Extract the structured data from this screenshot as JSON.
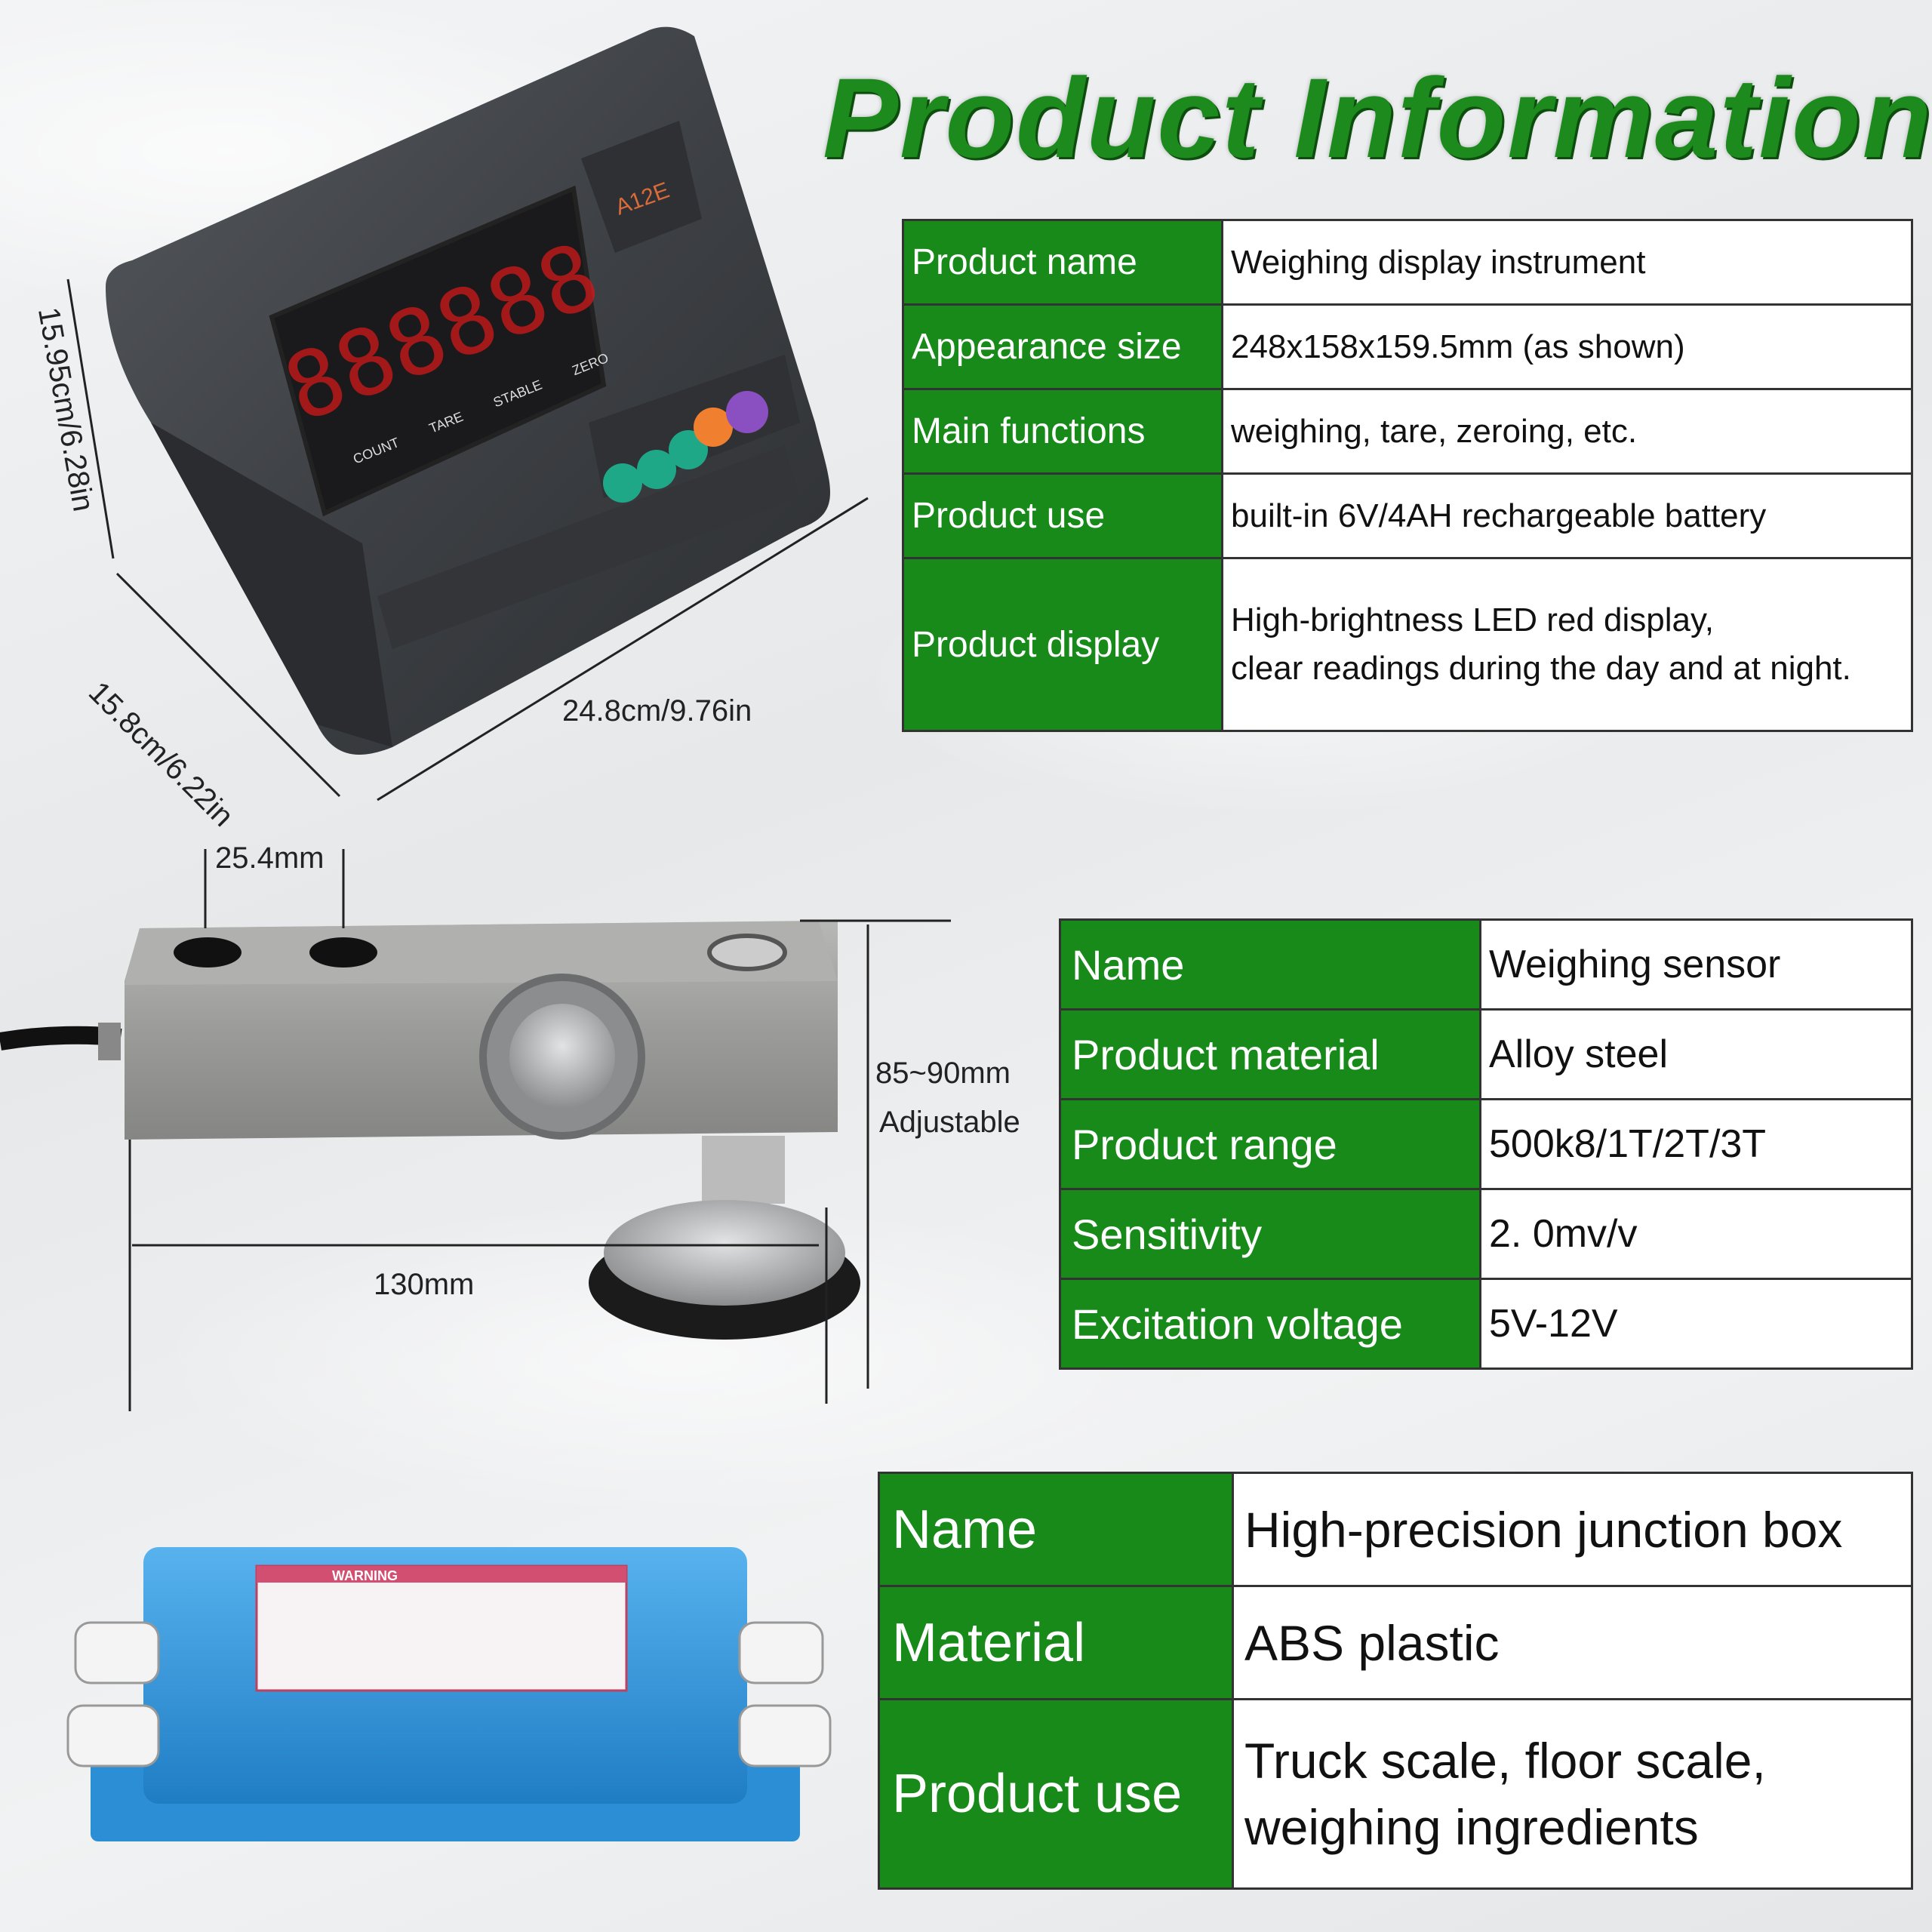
{
  "title": "Product Information",
  "display_instrument": {
    "model_label": "A12E",
    "screen_digits": "888888",
    "screen_labels": [
      "COUNT",
      "TARE",
      "STABLE",
      "ZERO"
    ],
    "dimensions": {
      "height": "15.95cm/6.28in",
      "depth": "15.8cm/6.22in",
      "width": "24.8cm/9.76in"
    },
    "specs": [
      {
        "label": "Product name",
        "value": "Weighing display instrument"
      },
      {
        "label": "Appearance size",
        "value": "248x158x159.5mm (as shown)"
      },
      {
        "label": "Main functions",
        "value": "weighing, tare, zeroing, etc."
      },
      {
        "label": "Product use",
        "value": "built-in 6V/4AH rechargeable battery"
      },
      {
        "label": "Product display",
        "value_line1": "High-brightness LED red display,",
        "value_line2": "clear readings during the day and at night."
      }
    ]
  },
  "sensor": {
    "dimensions": {
      "hole_spacing": "25.4mm",
      "height": "85~90mm",
      "height_note": "Adjustable",
      "length": "130mm"
    },
    "specs": [
      {
        "label": "Name",
        "value": "Weighing sensor"
      },
      {
        "label": "Product material",
        "value": "Alloy steel"
      },
      {
        "label": "Product range",
        "value": "500k8/1T/2T/3T"
      },
      {
        "label": "Sensitivity",
        "value": "2. 0mv/v"
      },
      {
        "label": "Excitation voltage",
        "value": "5V-12V"
      }
    ]
  },
  "junction_box": {
    "label_text": "WARNING",
    "specs": [
      {
        "label": "Name",
        "value": "High-precision junction box"
      },
      {
        "label": "Material",
        "value": "ABS plastic"
      },
      {
        "label": "Product use",
        "value_line1": "Truck scale, floor scale,",
        "value_line2": "weighing ingredients"
      }
    ]
  },
  "colors": {
    "title_green": "#1c8a1c",
    "label_green": "#178a1a",
    "led_red": "#d11a1a",
    "box_blue": "#2c8fd6",
    "device_gray": "#3b3d40"
  }
}
